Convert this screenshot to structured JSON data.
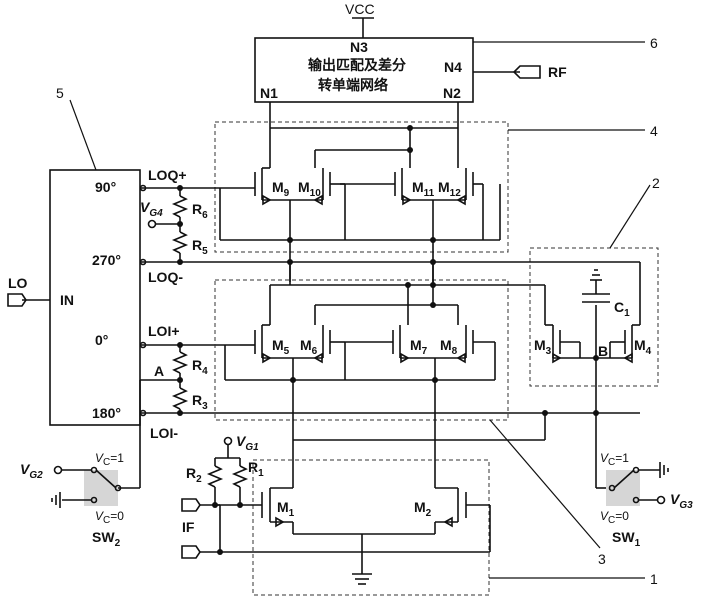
{
  "block6": {
    "top_label": "VCC",
    "n3": "N3",
    "title_line1": "输出匹配及差分",
    "title_line2": "转单端网络",
    "n1": "N1",
    "n2": "N2",
    "n4": "N4",
    "rf": "RF"
  },
  "block5": {
    "in_label": "IN",
    "lo_label": "LO",
    "ports": [
      "90°",
      "270°",
      "0°",
      "180°"
    ]
  },
  "nets": {
    "loq_plus": "LOQ+",
    "loq_minus": "LOQ-",
    "loi_plus": "LOI+",
    "loi_minus": "LOI-",
    "node_a": "A",
    "node_b": "B",
    "if_label": "IF"
  },
  "transistors": [
    {
      "id": "M9",
      "letter": "M",
      "num": "9"
    },
    {
      "id": "M10",
      "letter": "M",
      "num": "10"
    },
    {
      "id": "M11",
      "letter": "M",
      "num": "11"
    },
    {
      "id": "M12",
      "letter": "M",
      "num": "12"
    },
    {
      "id": "M5",
      "letter": "M",
      "num": "5"
    },
    {
      "id": "M6",
      "letter": "M",
      "num": "6"
    },
    {
      "id": "M7",
      "letter": "M",
      "num": "7"
    },
    {
      "id": "M8",
      "letter": "M",
      "num": "8"
    },
    {
      "id": "M3",
      "letter": "M",
      "num": "3"
    },
    {
      "id": "M4",
      "letter": "M",
      "num": "4"
    },
    {
      "id": "M1",
      "letter": "M",
      "num": "1"
    },
    {
      "id": "M2",
      "letter": "M",
      "num": "2"
    }
  ],
  "resistors": [
    {
      "letter": "R",
      "num": "6"
    },
    {
      "letter": "R",
      "num": "5"
    },
    {
      "letter": "R",
      "num": "4"
    },
    {
      "letter": "R",
      "num": "3"
    },
    {
      "letter": "R",
      "num": "2"
    },
    {
      "letter": "R",
      "num": "1"
    }
  ],
  "capacitor": {
    "letter": "C",
    "num": "1"
  },
  "bias": {
    "vg4": {
      "letter": "V",
      "sub": "G4"
    },
    "vg1": {
      "letter": "V",
      "sub": "G1"
    },
    "vg2": {
      "letter": "V",
      "sub": "G2"
    },
    "vg3": {
      "letter": "V",
      "sub": "G3"
    }
  },
  "switches": {
    "sw2": {
      "letter": "SW",
      "num": "2",
      "upper": "=1",
      "lower": "=0",
      "vc": {
        "letter": "V",
        "sub": "C"
      }
    },
    "sw1": {
      "letter": "SW",
      "num": "1",
      "upper": "=1",
      "lower": "=0",
      "vc": {
        "letter": "V",
        "sub": "C"
      }
    }
  },
  "callouts": [
    "1",
    "2",
    "3",
    "4",
    "5",
    "6"
  ]
}
